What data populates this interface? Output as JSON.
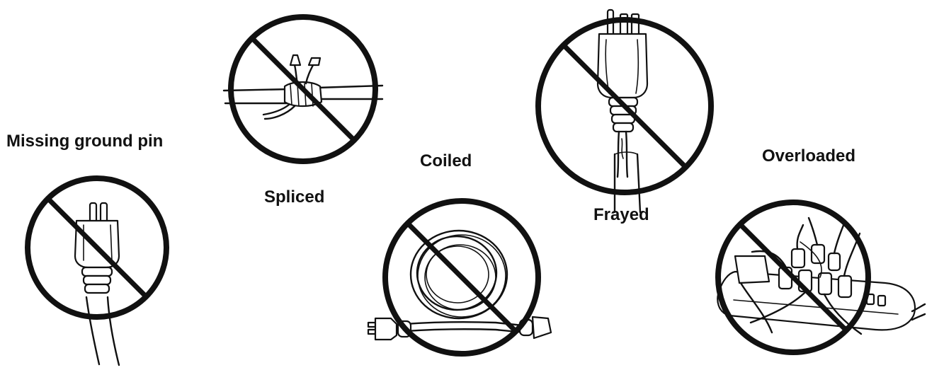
{
  "items": [
    {
      "key": "missing_ground",
      "label": "Missing ground pin"
    },
    {
      "key": "spliced",
      "label": "Spliced"
    },
    {
      "key": "coiled",
      "label": "Coiled"
    },
    {
      "key": "frayed",
      "label": "Frayed"
    },
    {
      "key": "overloaded",
      "label": "Overloaded"
    }
  ]
}
